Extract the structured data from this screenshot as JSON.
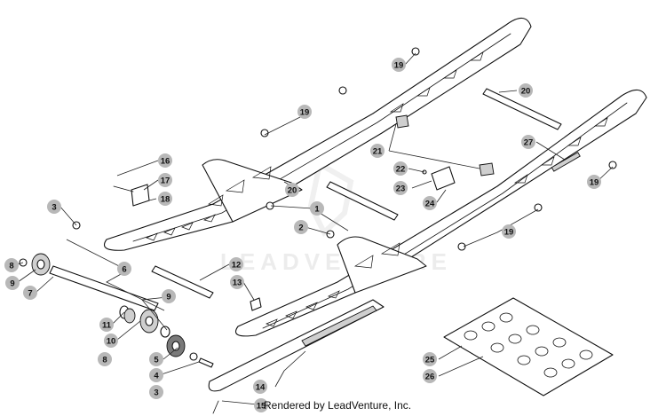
{
  "watermark": "LEADVENTURE",
  "credit": "Rendered by LeadVenture, Inc.",
  "callouts": [
    "1",
    "2",
    "3",
    "4",
    "5",
    "6",
    "7",
    "8",
    "9",
    "10",
    "11",
    "12",
    "13",
    "14",
    "15",
    "16",
    "17",
    "18",
    "19",
    "20",
    "21",
    "22",
    "23",
    "24",
    "25",
    "26",
    "27"
  ],
  "labels": {
    "c1": "1",
    "c2": "2",
    "c3a": "3",
    "c3b": "3",
    "c4": "4",
    "c5": "5",
    "c6": "6",
    "c7": "7",
    "c8a": "8",
    "c8b": "8",
    "c9a": "9",
    "c9b": "9",
    "c10": "10",
    "c11": "11",
    "c12": "12",
    "c13": "13",
    "c14": "14",
    "c15": "15",
    "c16": "16",
    "c17": "17",
    "c18": "18",
    "c19a": "19",
    "c19b": "19",
    "c19c": "19",
    "c19d": "19",
    "c20a": "20",
    "c20b": "20",
    "c21": "21",
    "c22": "22",
    "c23": "23",
    "c24": "24",
    "c25": "25",
    "c26": "26",
    "c27": "27"
  }
}
